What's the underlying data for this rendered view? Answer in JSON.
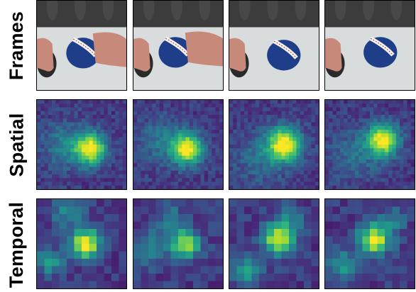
{
  "rows": [
    {
      "label": "Frames"
    },
    {
      "label": "Spatial"
    },
    {
      "label": "Temporal"
    }
  ],
  "colors": {
    "wall": "#3c3c3c",
    "table": "#d9dcdc",
    "ball": "#1f3e8a",
    "skin": "#c7897a",
    "mouse": "#2a2a2a",
    "map_low": "#440154",
    "map_high": "#fde725"
  }
}
